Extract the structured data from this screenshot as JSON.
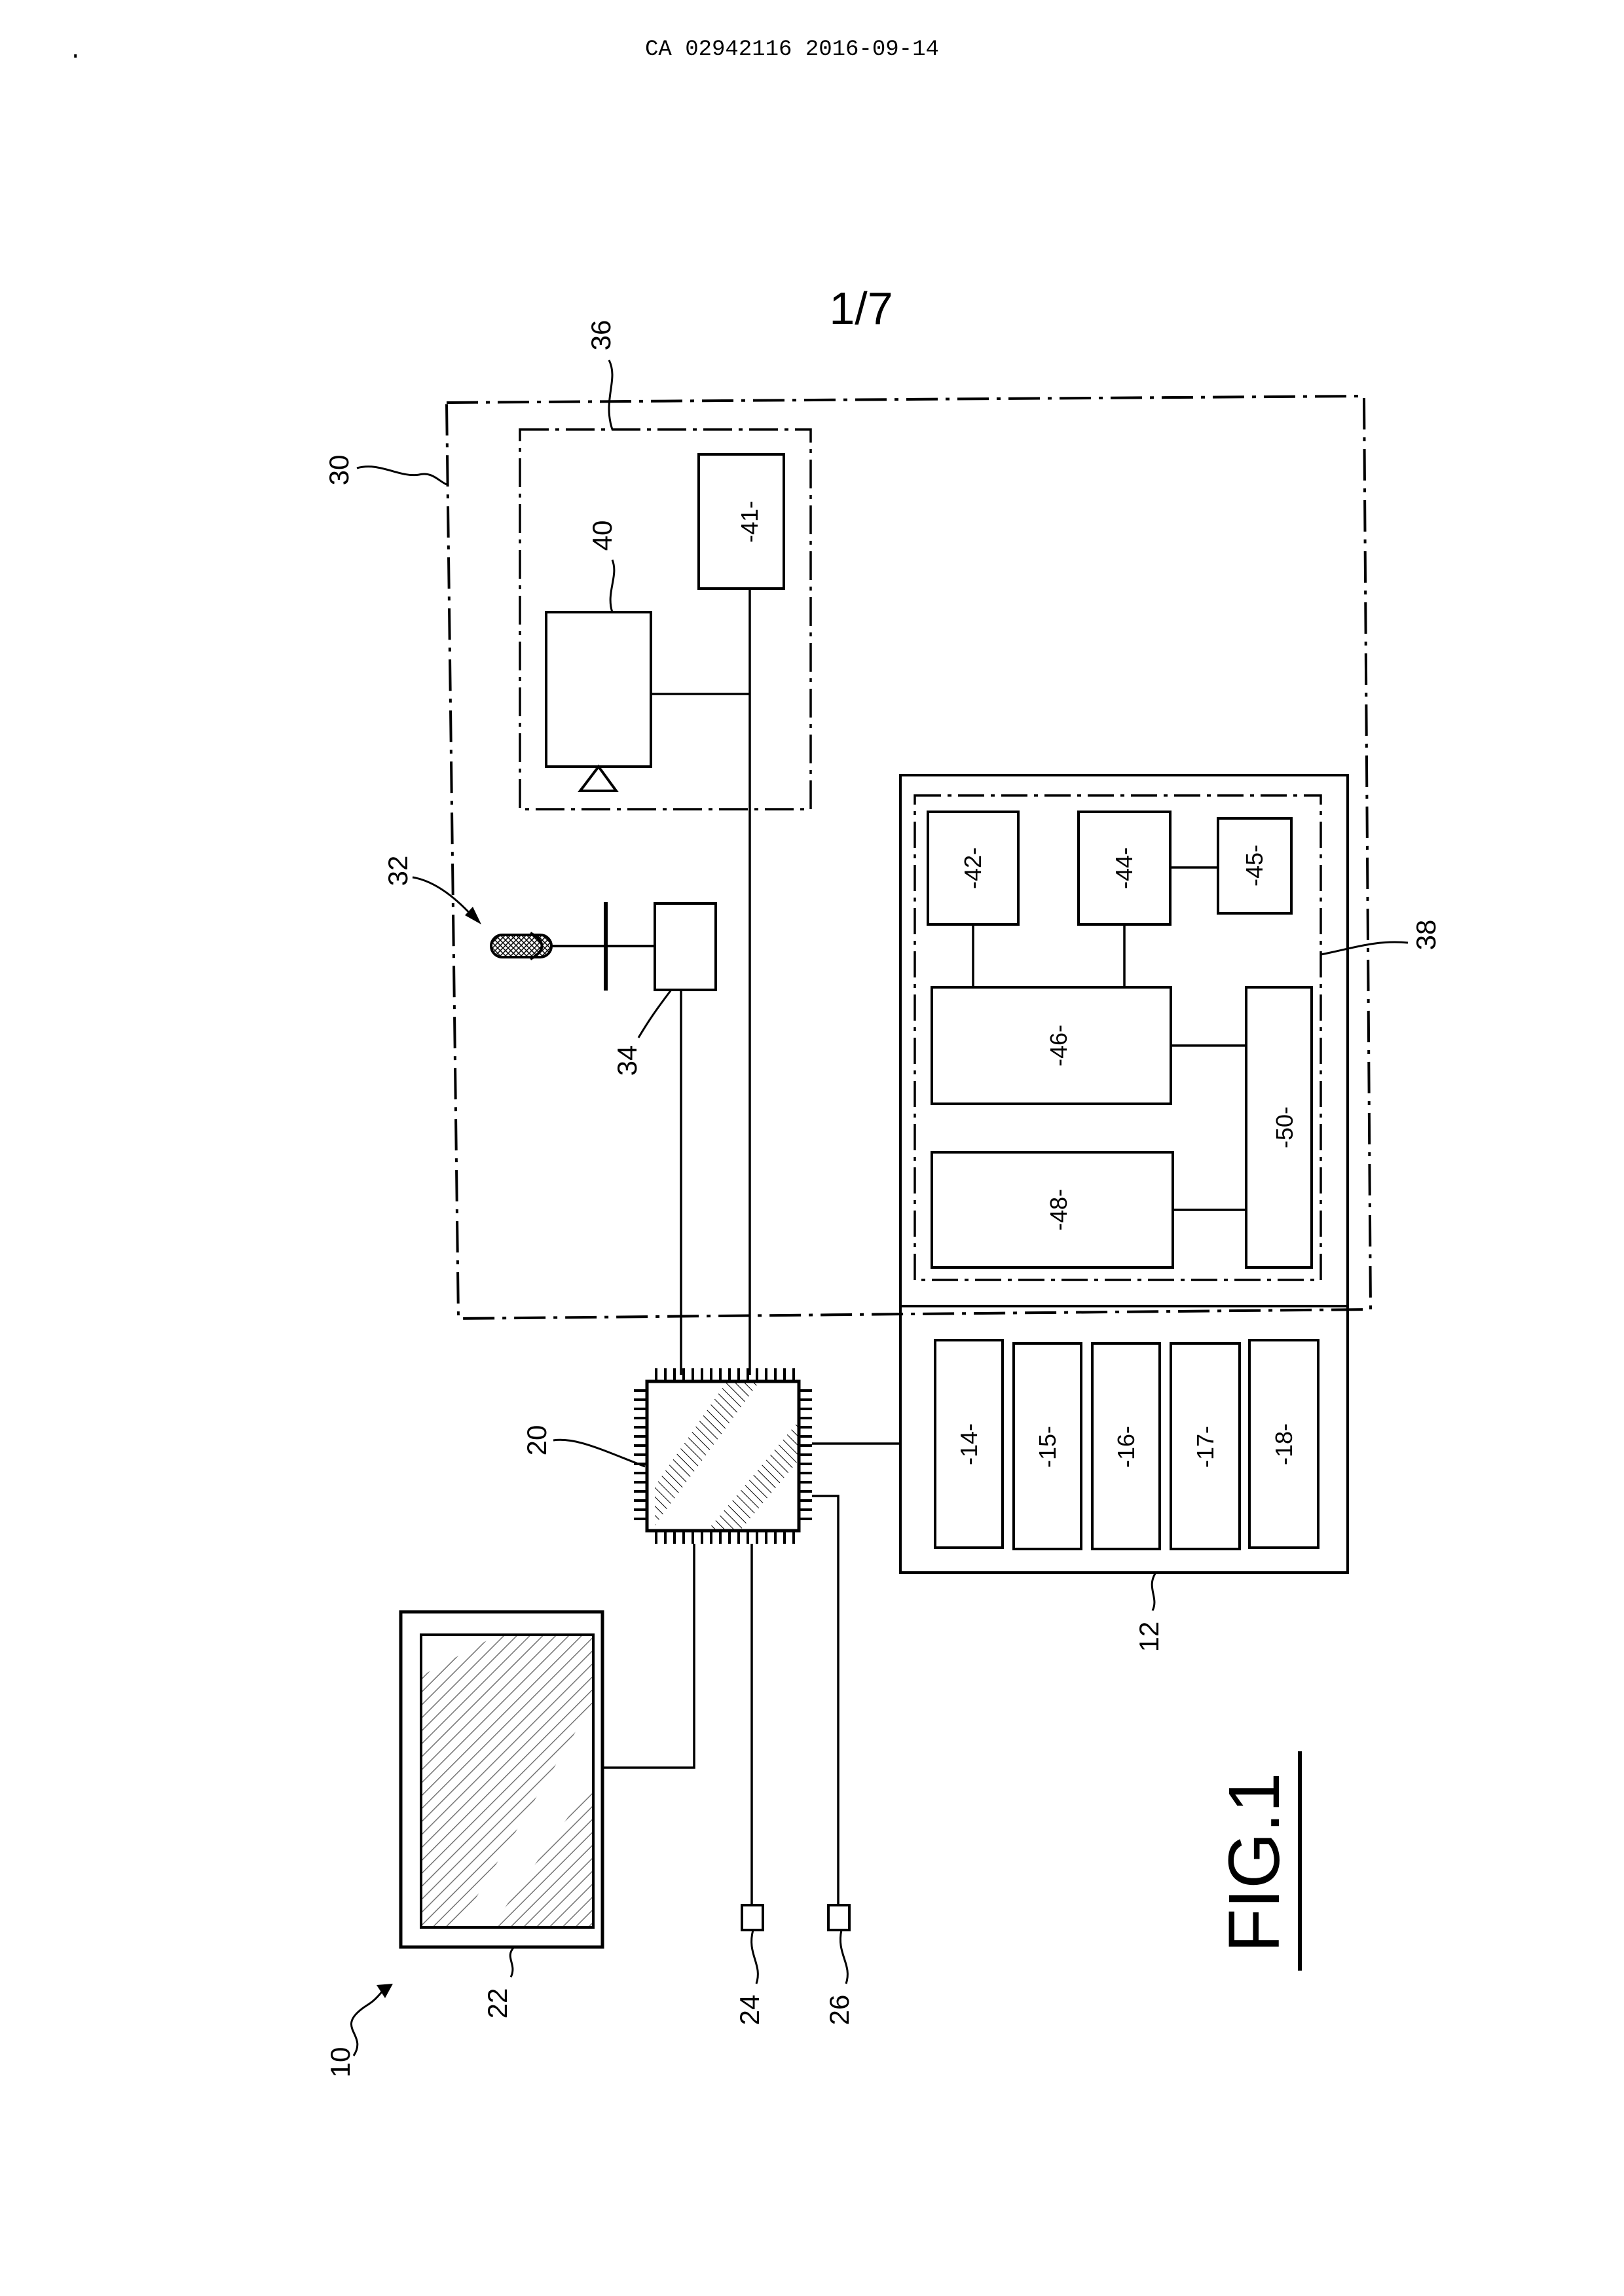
{
  "header": {
    "dot": ".",
    "document_id": "CA 02942116 2016-09-14"
  },
  "sheet": {
    "number": "1/7"
  },
  "figure": {
    "title": "FIG.1"
  },
  "reference_numerals": {
    "system": "10",
    "unit_12": "12",
    "processor": "20",
    "display": "22",
    "connector_24": "24",
    "connector_26": "26",
    "region_30": "30",
    "microphone": "32",
    "module_34": "34",
    "group_36": "36",
    "group_38": "38",
    "camera": "40"
  },
  "blocks": {
    "b14": "-14-",
    "b15": "-15-",
    "b16": "-16-",
    "b17": "-17-",
    "b18": "-18-",
    "b41": "-41-",
    "b42": "-42-",
    "b44": "-44-",
    "b45": "-45-",
    "b46": "-46-",
    "b48": "-48-",
    "b50": "-50-"
  }
}
